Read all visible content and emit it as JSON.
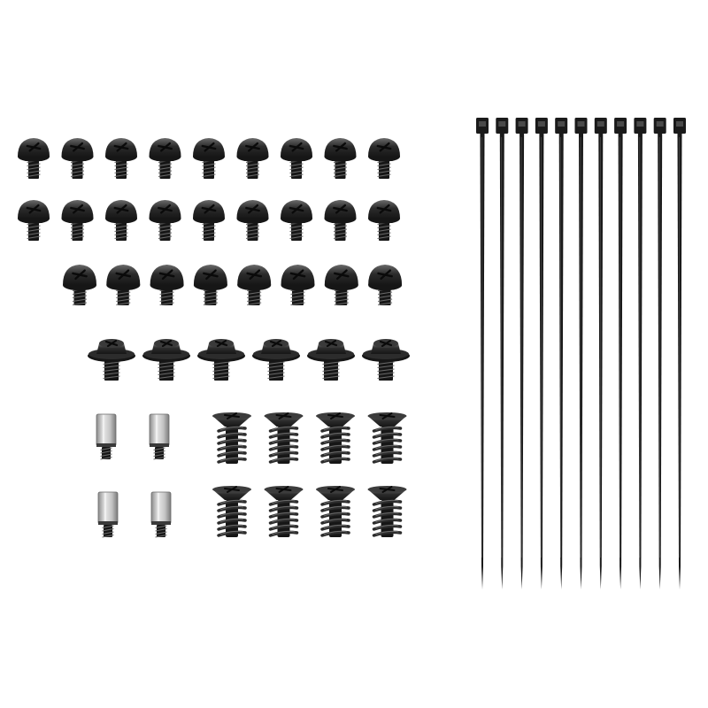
{
  "image": {
    "background": "#ffffff",
    "colors": {
      "screw_black": "#161616",
      "screw_highlight": "#6a6a6a",
      "screw_mid": "#2c2c2c",
      "standoff_silver": "#c4c4c4",
      "standoff_dark": "#3a3a3a",
      "zip_tie": "#1a1a1a"
    },
    "groups": [
      {
        "name": "small-pan-head-screws",
        "rows": 2,
        "per_row": 9,
        "count": 18
      },
      {
        "name": "pan-head-screws",
        "rows": 1,
        "per_row": 8,
        "count": 8
      },
      {
        "name": "hex-washer-head-screws",
        "rows": 1,
        "per_row": 6,
        "count": 6
      },
      {
        "name": "motherboard-standoffs",
        "rows": 2,
        "per_row": 2,
        "count": 4
      },
      {
        "name": "fan-screws",
        "rows": 2,
        "per_row": 4,
        "count": 8
      },
      {
        "name": "cable-ties",
        "rows": 1,
        "per_row": 11,
        "count": 11
      }
    ]
  }
}
